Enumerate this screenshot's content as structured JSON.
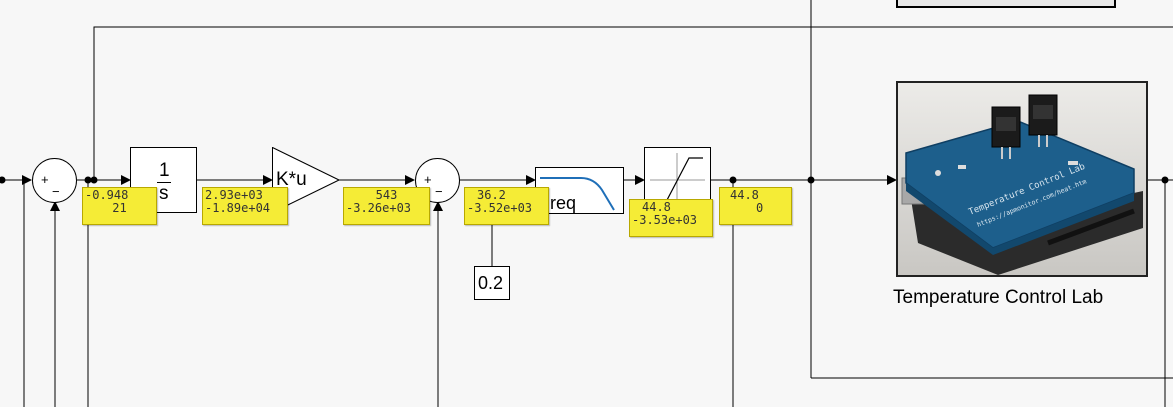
{
  "blocks": {
    "integrator": {
      "numerator": "1",
      "denominator": "s"
    },
    "gain": {
      "expression": "K*u"
    },
    "constant": {
      "value": "0.2"
    },
    "filter": {
      "label": "req"
    }
  },
  "signs": {
    "plus": "+",
    "minus": "−"
  },
  "displays": {
    "d1": {
      "line1": "-0.948",
      "line2": "21"
    },
    "d2": {
      "line1": "2.93e+03",
      "line2": "-1.89e+04"
    },
    "d3": {
      "line1": "543",
      "line2": "-3.26e+03"
    },
    "d4": {
      "line1": "36.2",
      "line2": "-3.52e+03"
    },
    "d5": {
      "line1": "44.8",
      "line2": "-3.53e+03"
    },
    "d6": {
      "line1": "44.8",
      "line2": "0"
    }
  },
  "tclab": {
    "caption": "Temperature Control Lab",
    "board_text": "Temperature Control Lab",
    "board_url": "https://apmonitor.com/heat.htm"
  },
  "colors": {
    "display_bg": "#f5ec36",
    "wire": "#000000",
    "filter_curve": "#1f6fb8",
    "board": "#1d5f8c"
  }
}
